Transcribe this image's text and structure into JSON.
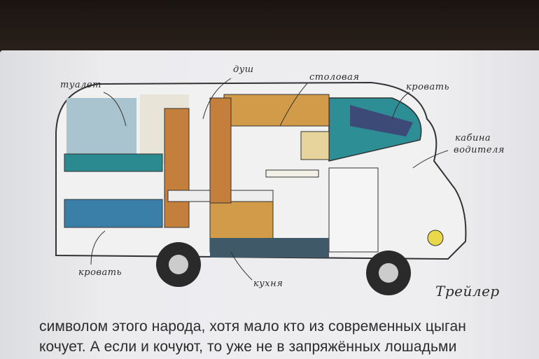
{
  "illustration": {
    "labels": {
      "toilet": "туалет",
      "shower": "душ",
      "dining": "столовая",
      "bed_top": "кровать",
      "cabin_line1": "кабина",
      "cabin_line2": "водителя",
      "bed_bottom": "кровать",
      "kitchen": "кухня"
    },
    "caption": "Трейлер"
  },
  "text": {
    "line1": "символом этого народа, хотя мало кто из современных цыган",
    "line2": "кочует. А если и кочуют, то уже не в запряжённых лошадьми"
  }
}
